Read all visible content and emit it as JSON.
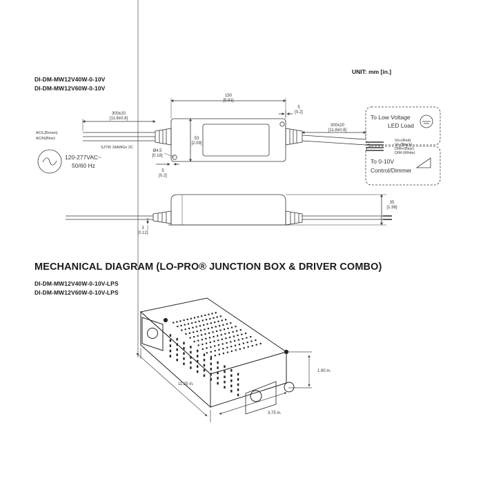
{
  "header": {
    "models_top": [
      "DI-DM-MW12V40W-0-10V",
      "DI-DM-MW12V60W-0-10V"
    ],
    "unit": "UNIT: mm [in.]"
  },
  "driver_drawing": {
    "dims": {
      "length_mm": "150",
      "length_in": "[5.91]",
      "lead_left_mm": "300±20",
      "lead_left_in": "[11.8±0.8]",
      "lead_right_mm": "300±20",
      "lead_right_in": "[11.8±0.8]",
      "tab_mm": "5",
      "tab_in": "[0.2]",
      "width_mm": "53",
      "width_in": "[2.09]",
      "hole_mm": "Ø4.5",
      "hole_in": "[0.18]",
      "offset_mm": "5",
      "offset_in": "[0.2]",
      "height_mm": "35",
      "height_in": "[1.38]",
      "base_mm": "3",
      "base_in": "[0.12]"
    },
    "input_wires": [
      "AC/L(Brown)",
      "AC/N(Blue)"
    ],
    "cable_spec": "SJTW 18AWGx 2C",
    "output_wires": [
      "Vo+(Red)",
      "Vo-(Black)",
      "DIM+(Blue)",
      "DIM-(White)"
    ],
    "ac_input": [
      "120-277VAC~",
      "50/60 Hz"
    ],
    "load_label": [
      "To Low Voltage",
      "LED Load"
    ],
    "dimmer_label": [
      "To 0-10V",
      "Control/Dimmer"
    ]
  },
  "section": {
    "title": "MECHANICAL DIAGRAM (LO-PRO® JUNCTION BOX & DRIVER COMBO)",
    "models": [
      "DI-DM-MW12V40W-0-10V-LPS",
      "DI-DM-MW12V60W-0-10V-LPS"
    ]
  },
  "box_drawing": {
    "length": "11.25 in.",
    "width": "3.75 in.",
    "height": "1.90 in."
  }
}
